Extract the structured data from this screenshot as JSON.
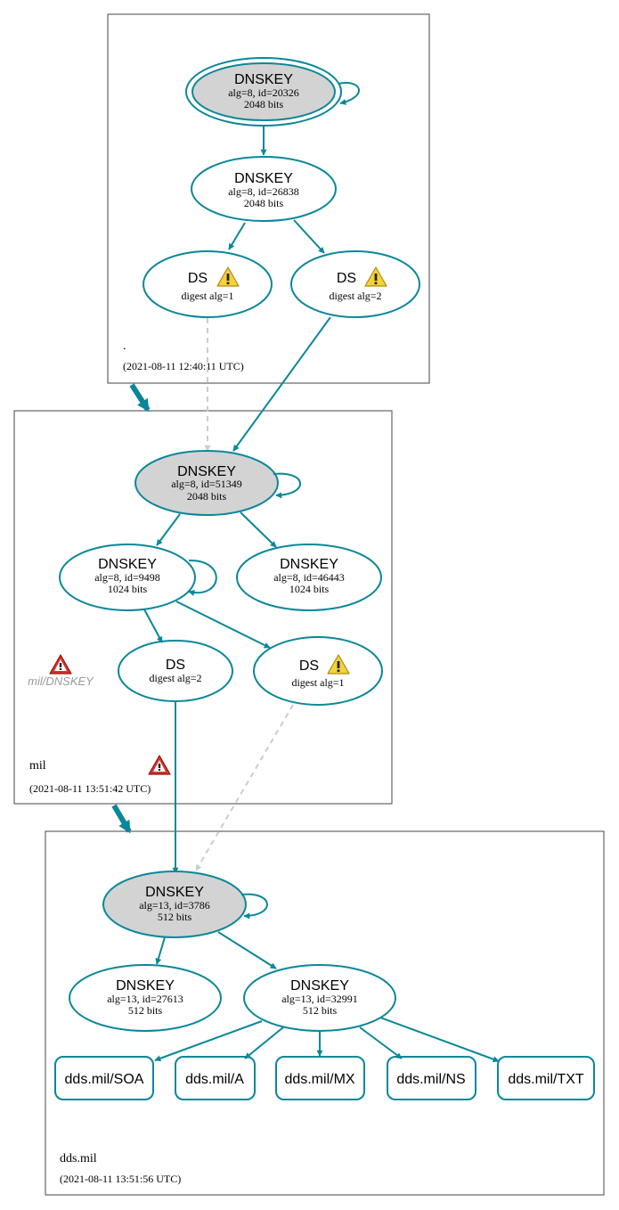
{
  "colors": {
    "edge": "#0a879a",
    "node_stroke": "#0a879a",
    "sep_fill": "#d3d3d3",
    "dashed_edge": "#cccccc",
    "warning": "#f0c419",
    "error": "#d9312b"
  },
  "zones": {
    "root": {
      "name": ".",
      "time": "(2021-08-11 12:40:11 UTC)"
    },
    "mil": {
      "name": "mil",
      "time": "(2021-08-11 13:51:42 UTC)"
    },
    "dds": {
      "name": "dds.mil",
      "time": "(2021-08-11 13:51:56 UTC)"
    }
  },
  "nodes": {
    "root_ksk": {
      "title": "DNSKEY",
      "sub1": "alg=8, id=20326",
      "sub2": "2048 bits"
    },
    "root_zsk": {
      "title": "DNSKEY",
      "sub1": "alg=8, id=26838",
      "sub2": "2048 bits"
    },
    "root_ds1": {
      "title": "DS",
      "sub1": "digest alg=1",
      "icon": "warning-icon"
    },
    "root_ds2": {
      "title": "DS",
      "sub1": "digest alg=2",
      "icon": "warning-icon"
    },
    "mil_ksk": {
      "title": "DNSKEY",
      "sub1": "alg=8, id=51349",
      "sub2": "2048 bits"
    },
    "mil_zsk1": {
      "title": "DNSKEY",
      "sub1": "alg=8, id=9498",
      "sub2": "1024 bits"
    },
    "mil_zsk2": {
      "title": "DNSKEY",
      "sub1": "alg=8, id=46443",
      "sub2": "1024 bits"
    },
    "mil_ds2": {
      "title": "DS",
      "sub1": "digest alg=2"
    },
    "mil_ds1": {
      "title": "DS",
      "sub1": "digest alg=1",
      "icon": "warning-icon"
    },
    "mil_err": {
      "label": "mil/DNSKEY",
      "icon": "error-icon"
    },
    "dds_ksk": {
      "title": "DNSKEY",
      "sub1": "alg=13, id=3786",
      "sub2": "512 bits"
    },
    "dds_zsk1": {
      "title": "DNSKEY",
      "sub1": "alg=13, id=27613",
      "sub2": "512 bits"
    },
    "dds_zsk2": {
      "title": "DNSKEY",
      "sub1": "alg=13, id=32991",
      "sub2": "512 bits"
    }
  },
  "records": [
    "dds.mil/SOA",
    "dds.mil/A",
    "dds.mil/MX",
    "dds.mil/NS",
    "dds.mil/TXT"
  ]
}
